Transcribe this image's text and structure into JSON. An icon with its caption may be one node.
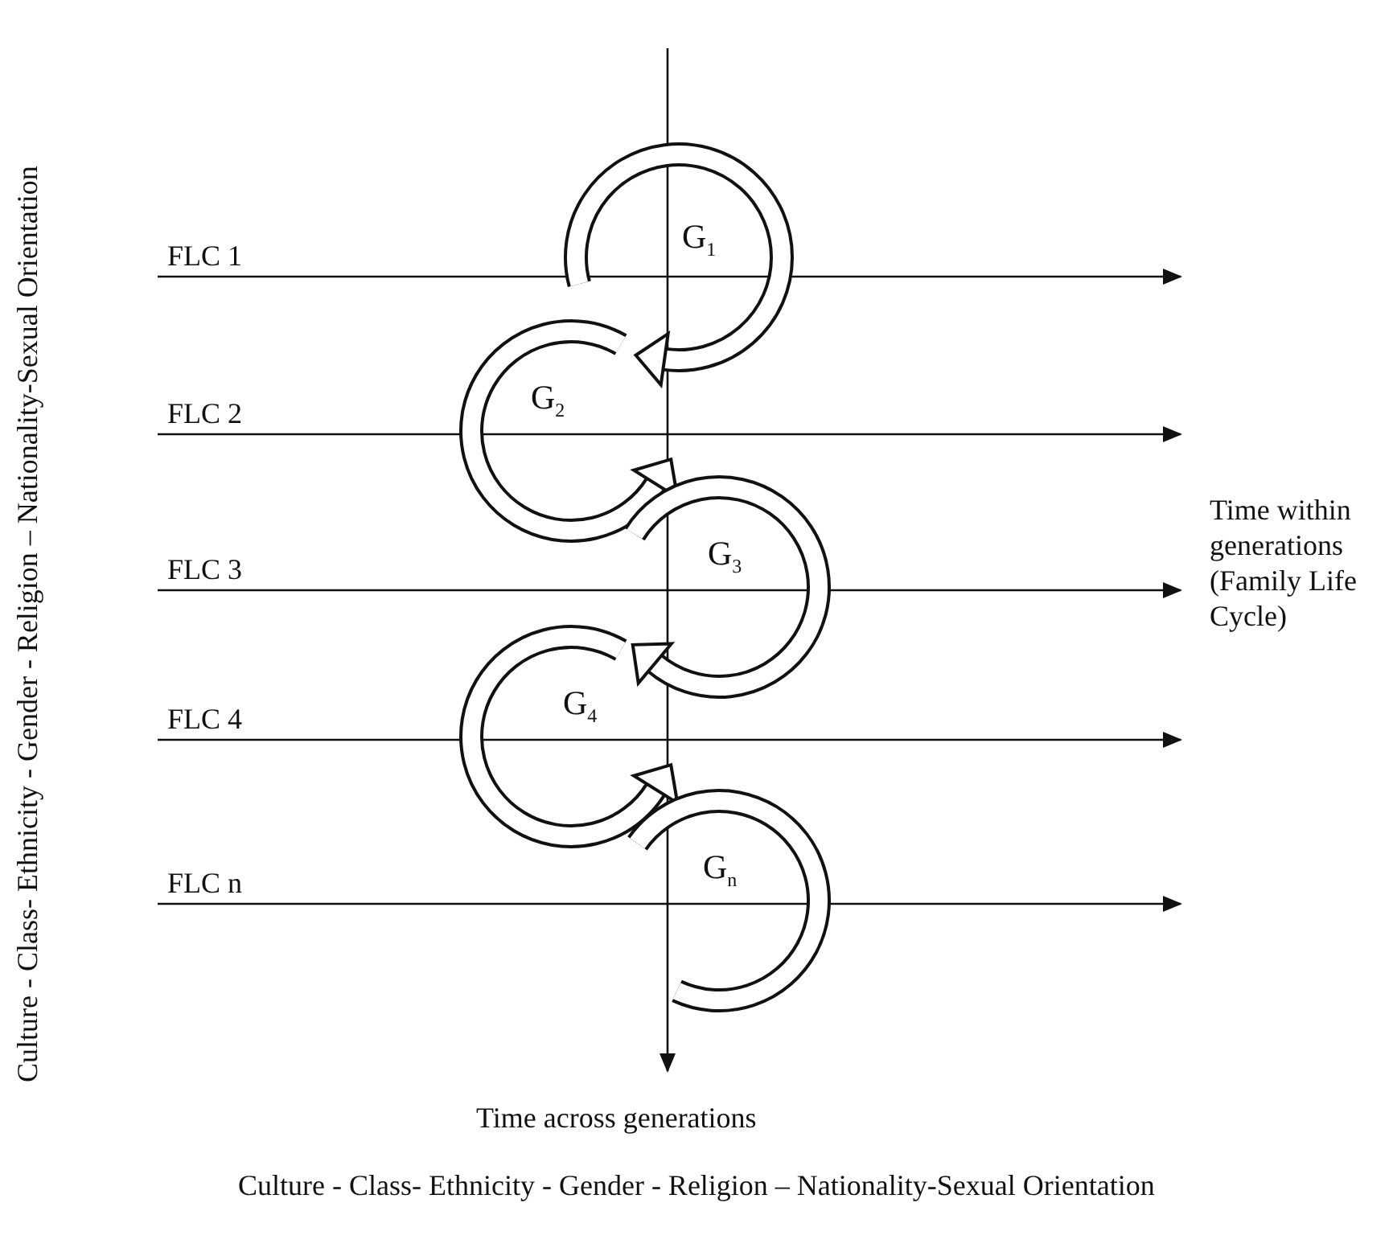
{
  "diagram": {
    "labels": [
      "Culture - Class- Ethnicity - Gender - Religion – Nationality-Sexual Orientation",
      "G$_{1}$",
      "FLC 1",
      "G$_{2}$",
      "FLC 2",
      "FLC 3",
      "G$_{3}$",
      "Time within generations (Family Life Cycle)",
      "FLC 4",
      "G$_{4}$",
      "FLC n",
      "G$_{n}$",
      "Time across generations",
      "Culture - Class- Ethnicity - Gender - Religion – Nationality-Sexual Orientation"
    ]
  }
}
